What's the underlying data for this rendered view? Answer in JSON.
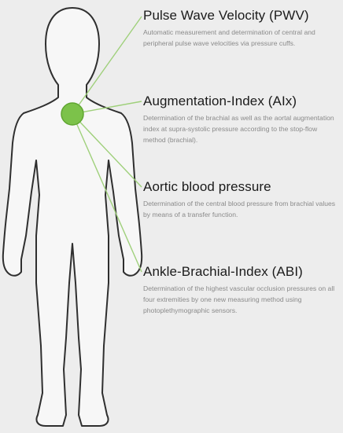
{
  "colors": {
    "background": "#ededed",
    "body_fill": "#f7f7f7",
    "body_outline": "#2f2f2f",
    "accent_green": "#7cc24a",
    "connector": "#9fd07b"
  },
  "icons": {
    "human_figure": "human-body-outline-icon",
    "measurement_point": "green-dot-icon"
  },
  "features": [
    {
      "title": "Pulse Wave Velocity (PWV)",
      "description": "Automatic measurement and determination of central and peripheral pulse wave velocities via pressure cuffs."
    },
    {
      "title": "Augmentation-Index (AIx)",
      "description": "Determination of the brachial as well as the aortal augmentation index at supra-systolic pressure according to the stop-flow method (brachial)."
    },
    {
      "title": "Aortic blood pressure",
      "description": "Determination of the central blood pressure from brachial values by means of a transfer function."
    },
    {
      "title": "Ankle-Brachial-Index (ABI)",
      "description": "Determination of the highest vascular occlusion pressures on all four extremities by one new measuring method using photoplethymographic sensors."
    }
  ]
}
